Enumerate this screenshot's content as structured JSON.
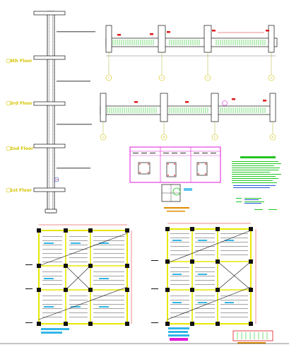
{
  "floors": [
    "4th Floor",
    "3rd Floor",
    "2nd Floor",
    "1st Floor"
  ],
  "beam_grid_labels_top": [
    "1",
    "2",
    "3",
    "4"
  ],
  "beam_grid_labels_bottom": [
    "A",
    "B",
    "C",
    "D"
  ],
  "colors": {
    "ink": "#111111",
    "cad_green": "#22c422",
    "cad_yellow": "#e8e800",
    "cad_magenta": "#e01ad8",
    "cad_red": "#e01818",
    "cad_blue": "#2255dd",
    "cad_cyan": "#33b6e8",
    "cad_orange": "#e08a00"
  }
}
